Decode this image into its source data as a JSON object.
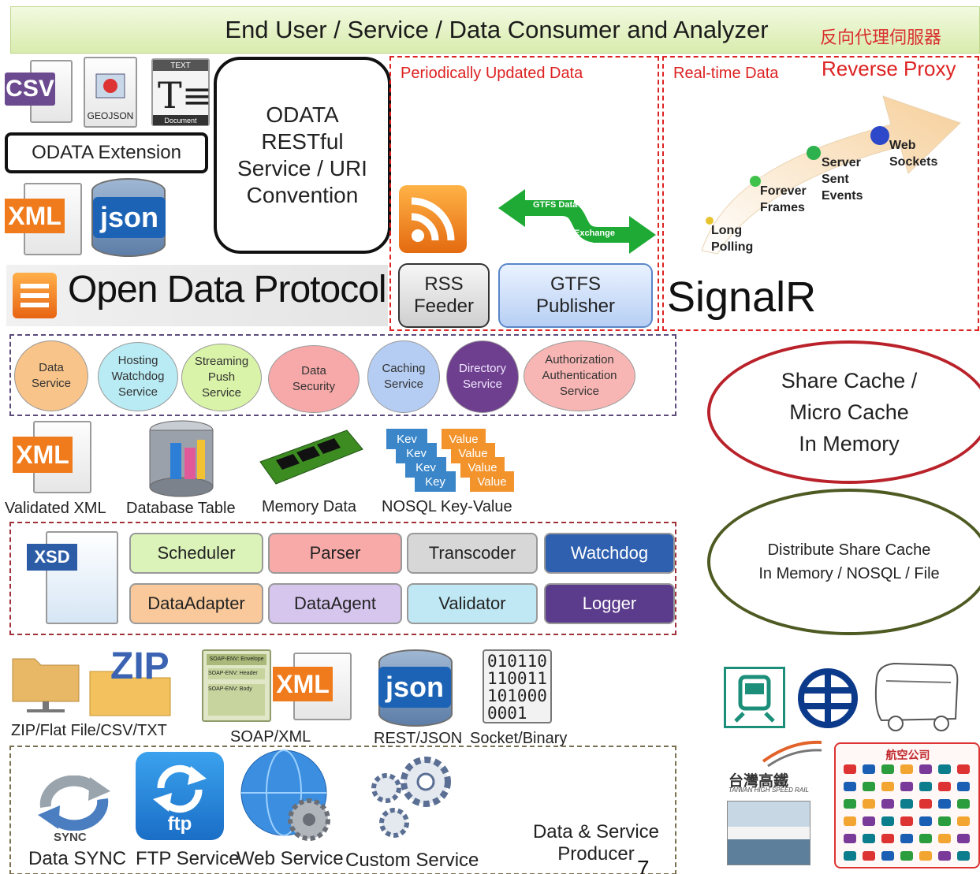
{
  "banner": {
    "title": "End User / Service / Data Consumer and Analyzer",
    "proxy_zh": "反向代理伺服器"
  },
  "formats": {
    "csv": "CSV",
    "geojson": "GEOJSON",
    "text_top": "TEXT",
    "text_bottom": "Document",
    "xml": "XML",
    "json": "json"
  },
  "odata": {
    "extension": "ODATA Extension",
    "rest_lines": [
      "ODATA",
      "RESTful",
      "Service / URI",
      "Convention"
    ],
    "protocol": "Open Data Protocol"
  },
  "periodic": {
    "label": "Periodically Updated Data",
    "gtfs_top": "GTFS Data",
    "gtfs_bottom": "Exchange",
    "rss_lines": [
      "RSS",
      "Feeder"
    ],
    "gtfs_lines": [
      "GTFS",
      "Publisher"
    ]
  },
  "realtime": {
    "label": "Real-time Data",
    "proxy": "Reverse Proxy",
    "steps": [
      {
        "lines": [
          "Long",
          "Polling"
        ]
      },
      {
        "lines": [
          "Forever",
          "Frames"
        ]
      },
      {
        "lines": [
          "Server",
          "Sent",
          "Events"
        ]
      },
      {
        "lines": [
          "Web",
          "Sockets"
        ]
      }
    ],
    "signalr": "SignalR"
  },
  "services": [
    {
      "lines": [
        "Data",
        "Service"
      ],
      "color": "#f9c48a"
    },
    {
      "lines": [
        "Hosting",
        "Watchdog",
        "Service"
      ],
      "color": "#b9ebf4"
    },
    {
      "lines": [
        "Streaming",
        "Push",
        "Service"
      ],
      "color": "#d9f3a8"
    },
    {
      "lines": [
        "Data",
        "Security"
      ],
      "color": "#f7a9a9"
    },
    {
      "lines": [
        "Caching",
        "Service"
      ],
      "color": "#b5cdf3"
    },
    {
      "lines": [
        "Directory",
        "Service"
      ],
      "color": "#6e3f8e"
    },
    {
      "lines": [
        "Authorization",
        "Authentication",
        "Service"
      ],
      "color": "#f7b6b4"
    }
  ],
  "cache": {
    "share_lines": [
      "Share Cache /",
      "Micro Cache",
      "In Memory"
    ],
    "distribute_lines": [
      "Distribute Share Cache",
      "In Memory / NOSQL / File"
    ]
  },
  "storage": {
    "validated_xml": "Validated XML",
    "database_table": "Database Table",
    "memory_data": "Memory Data",
    "nosql_kv": "NOSQL Key-Value",
    "key": "Key",
    "value": "Value"
  },
  "components": {
    "xsd": "XSD",
    "row1": [
      {
        "label": "Scheduler",
        "color": "#dbf3b9"
      },
      {
        "label": "Parser",
        "color": "#f8aaa8"
      },
      {
        "label": "Transcoder",
        "color": "#d7d7d7"
      },
      {
        "label": "Watchdog",
        "color": "#2f60b0"
      }
    ],
    "row2": [
      {
        "label": "DataAdapter",
        "color": "#f9c99b"
      },
      {
        "label": "DataAgent",
        "color": "#d6c6ee"
      },
      {
        "label": "Validator",
        "color": "#bfe8f4"
      },
      {
        "label": "Logger",
        "color": "#5b3b8c"
      }
    ]
  },
  "transport": {
    "zip": "ZIP",
    "flat": "ZIP/Flat File/CSV/TXT",
    "soap": "SOAP/XML",
    "rest": "REST/JSON",
    "socket": "Socket/Binary",
    "binary_lines": [
      "010110",
      "110011",
      "101000",
      "0001"
    ],
    "soap_lines": [
      "SOAP-ENV: Envelope",
      "SOAP-ENV: Header",
      "SOAP-ENV: Body"
    ]
  },
  "producer": {
    "sync_word": "SYNC",
    "ftp_word": "ftp",
    "data_sync": "Data SYNC",
    "ftp": "FTP Service",
    "web": "Web Service",
    "custom": "Custom Service",
    "producer_lines": [
      "Data & Service",
      "Producer"
    ],
    "page_number": "7"
  },
  "transit": {
    "hsr_zh": "台灣高鐵",
    "hsr_en": "TAIWAN HIGH SPEED RAIL",
    "airline_zh": "航空公司"
  }
}
